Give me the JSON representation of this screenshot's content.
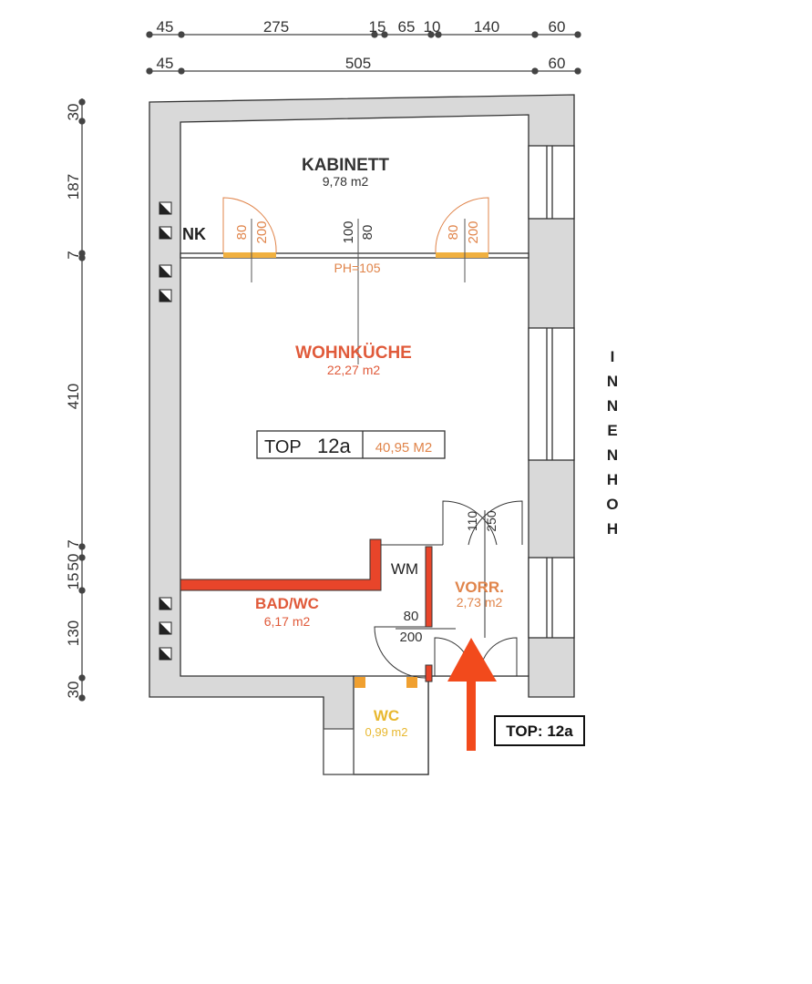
{
  "dimensions": {
    "top_row_1": [
      "45",
      "275",
      "15",
      "65",
      "10",
      "140",
      "60"
    ],
    "top_row_2": [
      "45",
      "505",
      "60"
    ],
    "left_column": [
      "30",
      "187",
      "7",
      "410",
      "15",
      "50",
      "7",
      "130",
      "30"
    ]
  },
  "rooms": {
    "kabinett": {
      "name": "KABINETT",
      "area": "9,78 m2"
    },
    "wohnkueche": {
      "name": "WOHNKÜCHE",
      "area": "22,27 m2"
    },
    "bad_wc": {
      "name": "BAD/WC",
      "area": "6,17 m2"
    },
    "vorr": {
      "name": "VORR.",
      "area": "2,73 m2"
    },
    "wc": {
      "name": "WC",
      "area": "0,99 m2"
    },
    "wm": "WM",
    "nk": "NK"
  },
  "doors": {
    "kabinett_left": {
      "width": "80",
      "height": "200"
    },
    "kabinett_middle": {
      "width": "100",
      "height": "80"
    },
    "kabinett_right": {
      "width": "80",
      "height": "200"
    },
    "parapet": "PH=105",
    "vorr_inner": {
      "width": "110",
      "height": "250"
    },
    "bad": {
      "width": "80",
      "height": "200"
    }
  },
  "unit": {
    "label": "TOP",
    "number": "12a",
    "total_area": "40,95 M2"
  },
  "entrance_label": "TOP: 12a",
  "courtyard_label": [
    "I",
    "N",
    "N",
    "E",
    "N",
    "H",
    "O",
    "H"
  ],
  "colors": {
    "wall": "#d9d9d9",
    "accent_red": "#e8452a",
    "room_red": "#e05a3a",
    "orange": "#e0844a",
    "yellow": "#e8b830",
    "arrow": "#f24a1c"
  }
}
